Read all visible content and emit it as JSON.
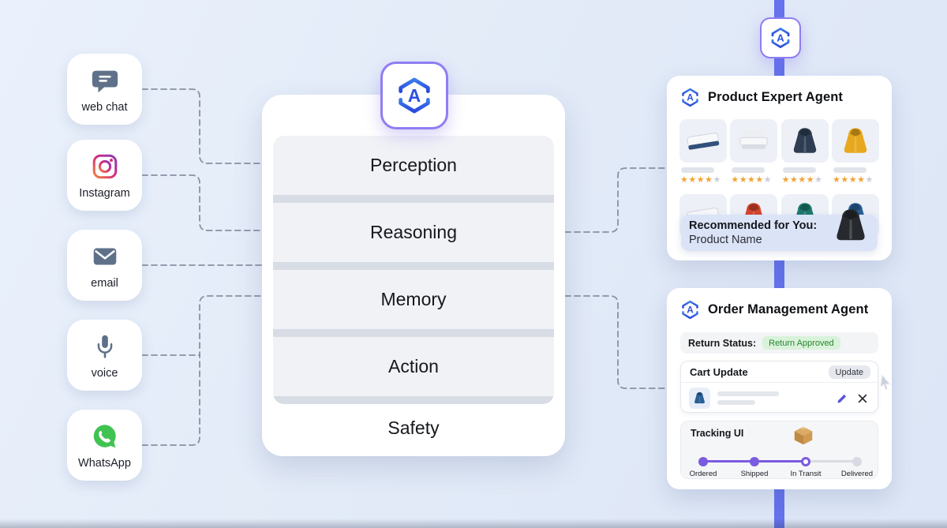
{
  "colors": {
    "blue_line": "#6573ee",
    "badge_border": "#8f7ef2",
    "hex_blue_light": "#3b7ce8",
    "hex_blue_dark": "#2b49dd",
    "letter_blue": "#2d52e2",
    "star_gold": "#f0a335",
    "star_gray": "#c8cdd7",
    "purple": "#7b5be0",
    "green_bg": "#d9f2da",
    "green_text": "#27862f",
    "slate_icon": "#5f7189",
    "whatsapp_green": "#40c351"
  },
  "logo_letter": "A",
  "channels": [
    {
      "label": "web chat",
      "icon": "chat-bubble-icon"
    },
    {
      "label": "Instagram",
      "icon": "instagram-icon"
    },
    {
      "label": "email",
      "icon": "envelope-icon"
    },
    {
      "label": "voice",
      "icon": "microphone-icon"
    },
    {
      "label": "WhatsApp",
      "icon": "whatsapp-icon"
    }
  ],
  "core": {
    "layers": [
      "Perception",
      "Reasoning",
      "Memory",
      "Action",
      "Safety"
    ]
  },
  "product_expert": {
    "title": "Product Expert Agent",
    "stars_full": "★★★★",
    "stars_empty": "★",
    "products": [
      {
        "name": "mattress",
        "color": "#33507c"
      },
      {
        "name": "bed",
        "color": "#d9dde3"
      },
      {
        "name": "navy jacket",
        "color": "#2e3d52"
      },
      {
        "name": "yellow jacket",
        "color": "#e7a81e"
      },
      {
        "name": "white mattress",
        "color": "#b9bfc9"
      },
      {
        "name": "red jacket",
        "color": "#d5442f"
      },
      {
        "name": "teal jacket",
        "color": "#1e7a6e"
      },
      {
        "name": "blue jacket",
        "color": "#2a5f96"
      }
    ],
    "recommendation": {
      "heading": "Recommended for You:",
      "product": "Product Name",
      "color": "#26292d"
    }
  },
  "order_agent": {
    "title": "Order Management Agent",
    "return_status_label": "Return Status:",
    "return_status_value": "Return Approved",
    "cart": {
      "title": "Cart Update",
      "button": "Update",
      "item_color": "#2a5f96"
    },
    "tracking": {
      "title": "Tracking UI",
      "steps": [
        {
          "label": "Ordered",
          "state": "done"
        },
        {
          "label": "Shipped",
          "state": "done"
        },
        {
          "label": "In Transit",
          "state": "current"
        },
        {
          "label": "Delivered",
          "state": "todo"
        }
      ]
    }
  }
}
